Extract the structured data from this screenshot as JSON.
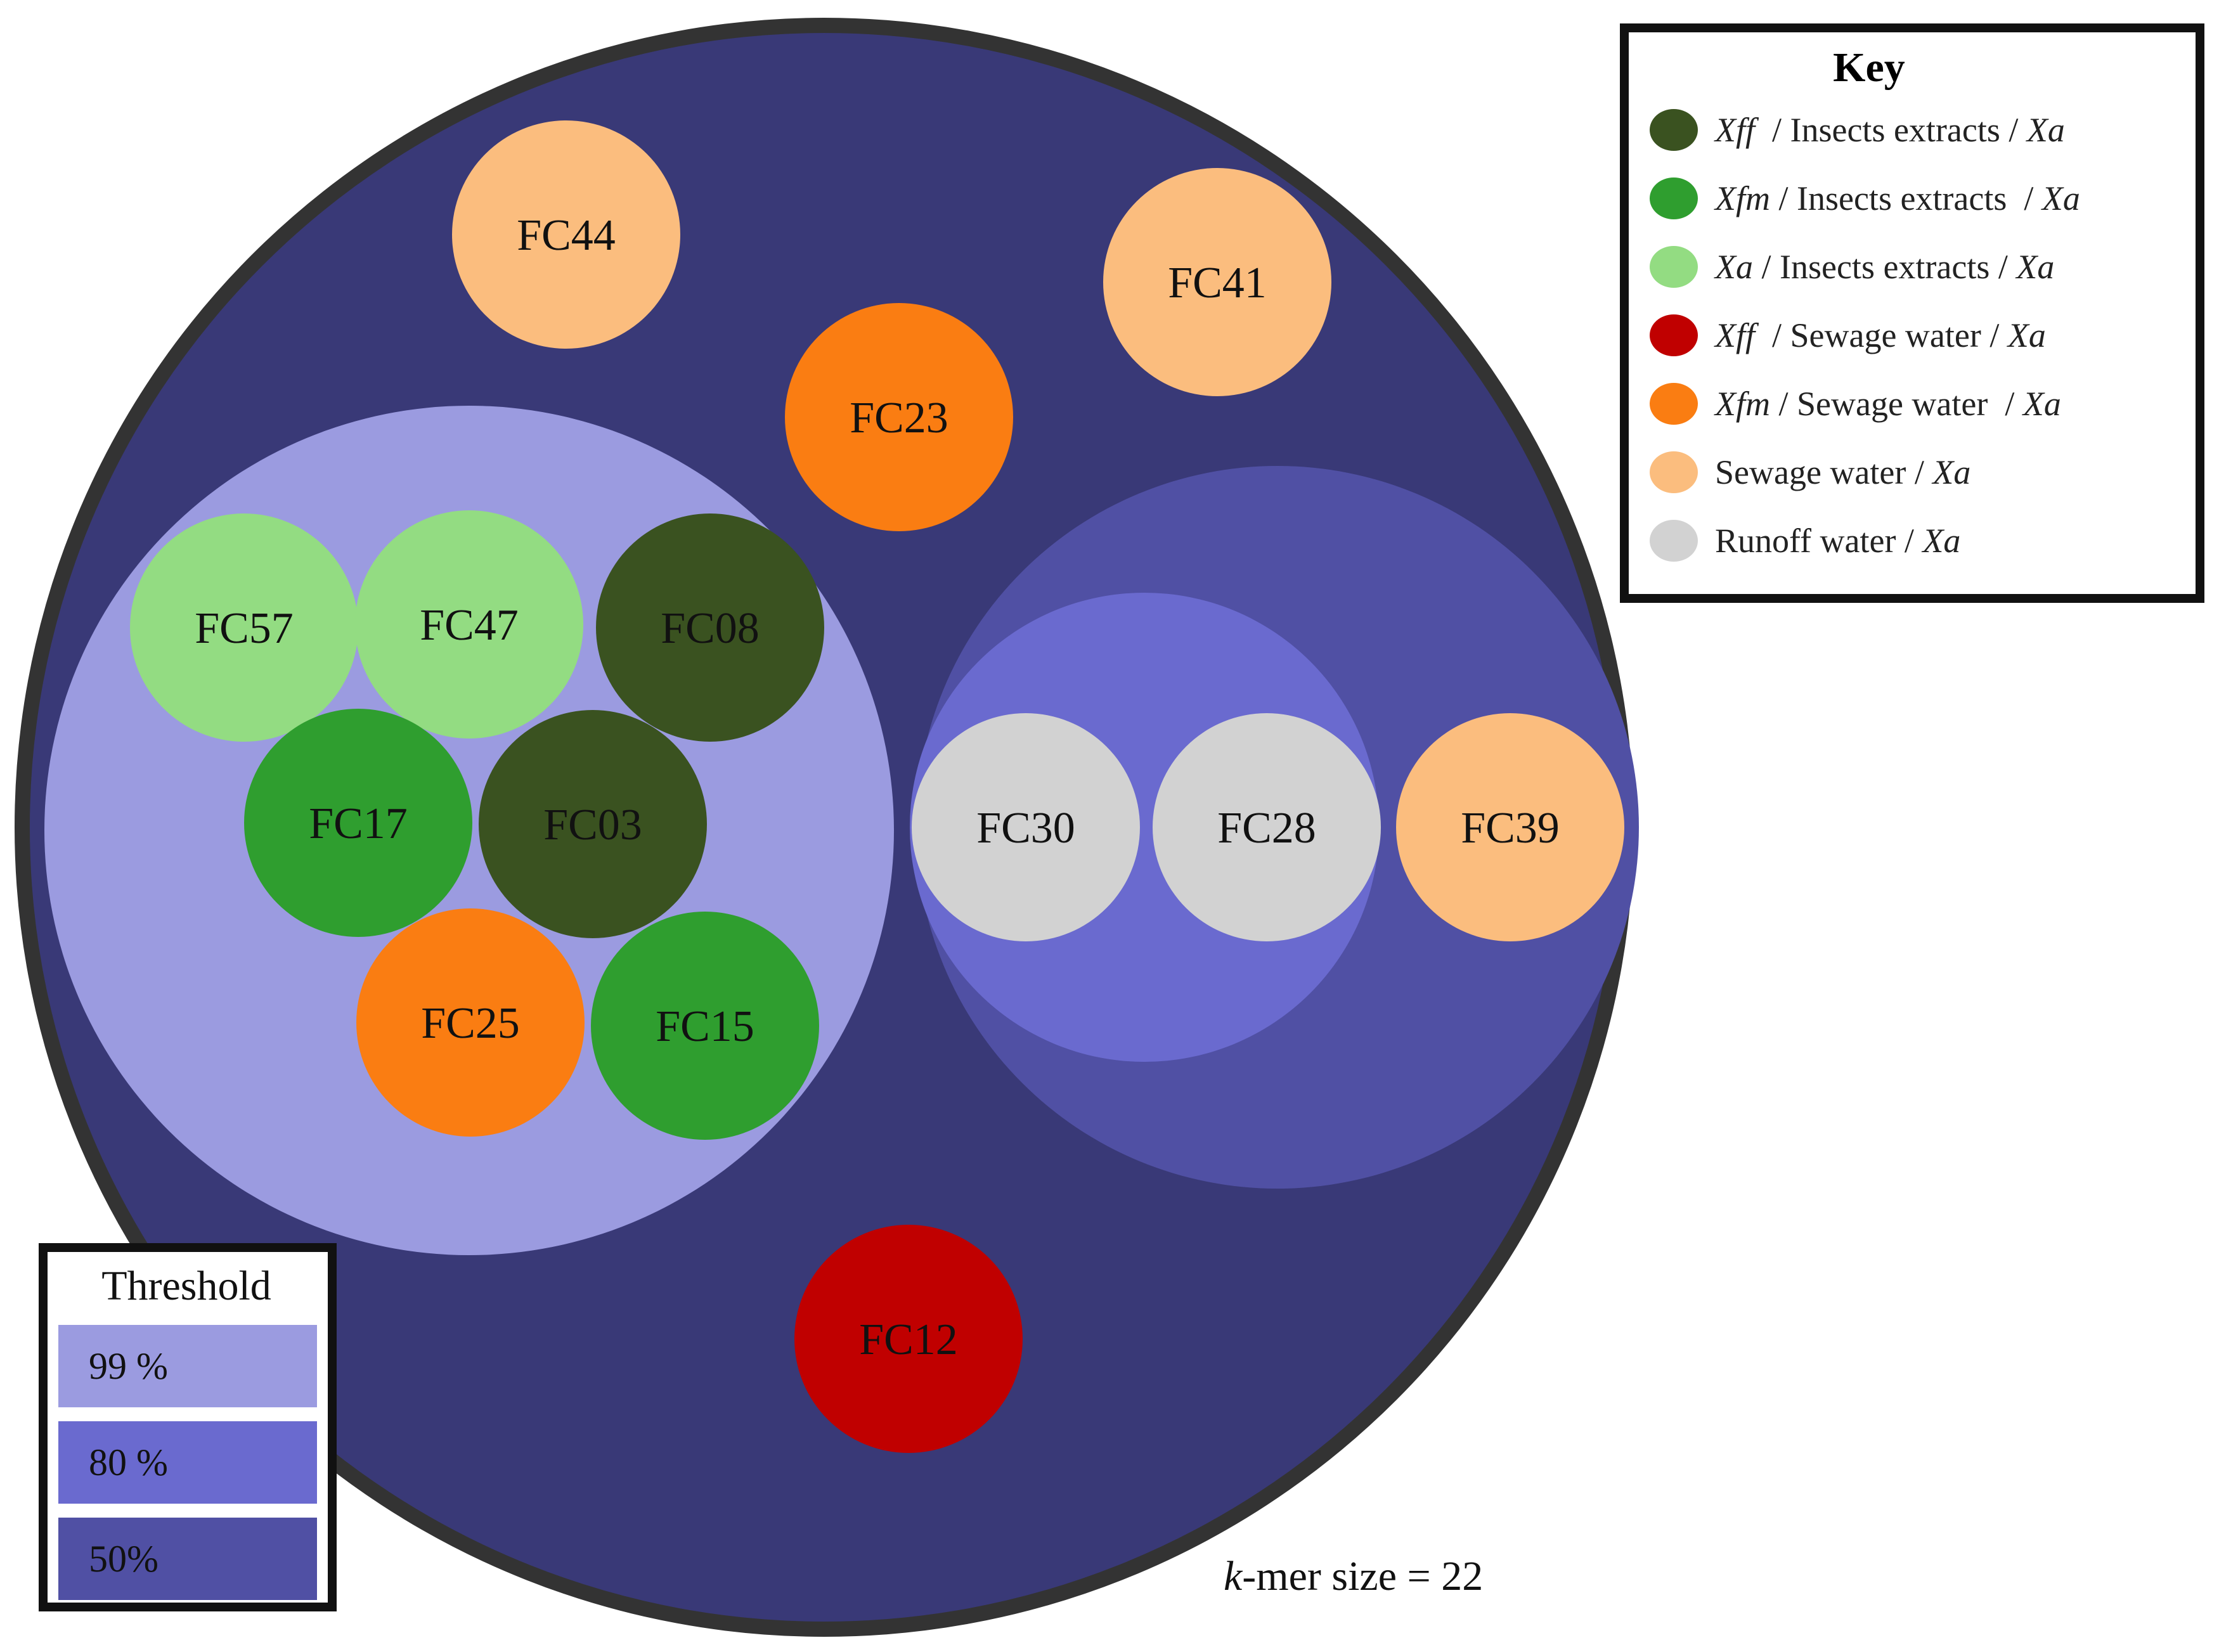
{
  "nodes": [
    {
      "label": "FC44",
      "category": "sewage_xa"
    },
    {
      "label": "FC41",
      "category": "sewage_xa"
    },
    {
      "label": "FC23",
      "category": "xfm_sewage"
    },
    {
      "label": "FC57",
      "category": "xa_insects"
    },
    {
      "label": "FC47",
      "category": "xa_insects"
    },
    {
      "label": "FC08",
      "category": "xff_insects"
    },
    {
      "label": "FC17",
      "category": "xfm_insects"
    },
    {
      "label": "FC03",
      "category": "xff_insects"
    },
    {
      "label": "FC25",
      "category": "xfm_sewage"
    },
    {
      "label": "FC15",
      "category": "xfm_insects"
    },
    {
      "label": "FC30",
      "category": "runoff_xa"
    },
    {
      "label": "FC28",
      "category": "runoff_xa"
    },
    {
      "label": "FC39",
      "category": "sewage_xa"
    },
    {
      "label": "FC12",
      "category": "xff_sewage"
    }
  ],
  "key": {
    "title": "Key",
    "items": [
      {
        "id": "xff_insects",
        "color": "#3a5220",
        "parts": [
          {
            "t": "Xff",
            "i": true
          },
          {
            "t": "  / Insects extracts / ",
            "i": false
          },
          {
            "t": "Xa",
            "i": true
          }
        ]
      },
      {
        "id": "xfm_insects",
        "color": "#2f9e2f",
        "parts": [
          {
            "t": "Xfm",
            "i": true
          },
          {
            "t": " / Insects extracts  / ",
            "i": false
          },
          {
            "t": "Xa",
            "i": true
          }
        ]
      },
      {
        "id": "xa_insects",
        "color": "#93dc82",
        "parts": [
          {
            "t": "Xa",
            "i": true
          },
          {
            "t": " / Insects extracts / ",
            "i": false
          },
          {
            "t": "Xa",
            "i": true
          }
        ]
      },
      {
        "id": "xff_sewage",
        "color": "#c00000",
        "parts": [
          {
            "t": "Xff",
            "i": true
          },
          {
            "t": "  / Sewage water / ",
            "i": false
          },
          {
            "t": "Xa",
            "i": true
          }
        ]
      },
      {
        "id": "xfm_sewage",
        "color": "#fa7d12",
        "parts": [
          {
            "t": "Xfm",
            "i": true
          },
          {
            "t": " / Sewage water  / ",
            "i": false
          },
          {
            "t": "Xa",
            "i": true
          }
        ]
      },
      {
        "id": "sewage_xa",
        "color": "#fbbd7e",
        "parts": [
          {
            "t": "Sewage water / ",
            "i": false
          },
          {
            "t": "Xa",
            "i": true
          }
        ]
      },
      {
        "id": "runoff_xa",
        "color": "#d2d2d2",
        "parts": [
          {
            "t": "Runoff water / ",
            "i": false
          },
          {
            "t": "Xa",
            "i": true
          }
        ]
      }
    ]
  },
  "threshold": {
    "title": "Threshold",
    "levels": [
      {
        "label": "99 %",
        "color": "#9b9be0"
      },
      {
        "label": "80 %",
        "color": "#6a6acf"
      },
      {
        "label": "50%",
        "color": "#5050a4"
      }
    ]
  },
  "colors": {
    "outer_circle": "#393977",
    "outer_border": "#333333"
  },
  "footer": {
    "kmer_prefix": "k",
    "kmer_rest": "-mer size = 22"
  }
}
